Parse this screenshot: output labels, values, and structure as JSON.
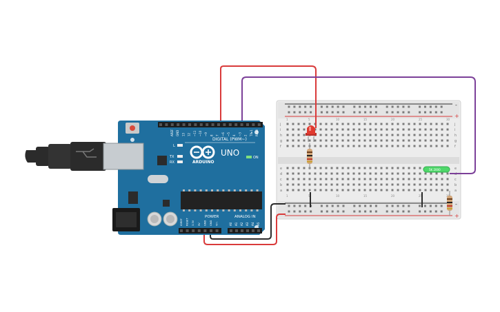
{
  "arduino": {
    "brand": "ARDUINO",
    "model": "UNO",
    "digital_label": "DIGITAL (PWM~)",
    "power_label": "POWER",
    "analog_label": "ANALOG IN",
    "on_label": "ON",
    "l_label": "L",
    "tx_label": "TX",
    "rx_label": "RX",
    "digital_pins": [
      "AREF",
      "GND",
      "13",
      "12",
      "~11",
      "~10",
      "~9",
      "8",
      "7",
      "~6",
      "~5",
      "4",
      "~3",
      "2",
      "TX▸1",
      "RX◂0"
    ],
    "power_pins": [
      "IOREF",
      "RESET",
      "3.3V",
      "5V",
      "GND",
      "GND",
      "Vin"
    ],
    "analog_pins": [
      "A0",
      "A1",
      "A2",
      "A3",
      "A4",
      "A5"
    ]
  },
  "breadboard": {
    "row_letters_top": [
      "j",
      "i",
      "h",
      "g",
      "f"
    ],
    "row_letters_bottom": [
      "e",
      "d",
      "c",
      "b",
      "a"
    ],
    "rail_minus": "-",
    "rail_plus": "+",
    "column_numbers": [
      "1",
      "",
      "",
      "",
      "5",
      "",
      "",
      "",
      "",
      "10",
      "",
      "",
      "",
      "",
      "15",
      "",
      "",
      "",
      "",
      "20",
      "",
      "",
      "",
      "",
      "25",
      "",
      "",
      "",
      "",
      "30"
    ]
  },
  "components": {
    "sensor_label": "5K 2000",
    "led_color": "#e03a2f"
  },
  "colors": {
    "board": "#1f6f9f",
    "wire_red": "#d93a3a",
    "wire_purple": "#7b3f98",
    "wire_black": "#2b2b2b",
    "sensor": "#4fd76a"
  }
}
